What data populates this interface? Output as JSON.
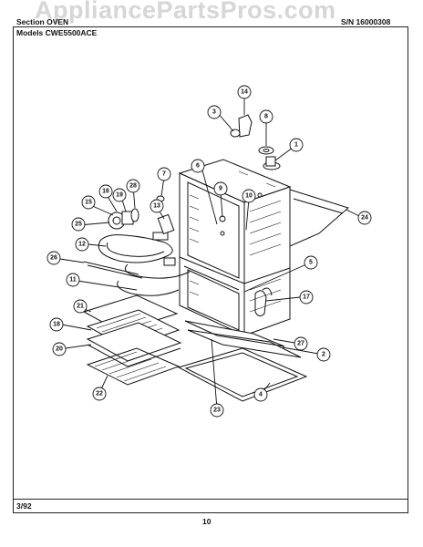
{
  "watermark": "AppliancePartsPros.com",
  "header": {
    "section_label": "Section",
    "section_value": "OVEN",
    "doc_number": "S/N 16000308",
    "models_label": "Models",
    "models_value": "CWE5500ACE"
  },
  "footer": {
    "date": "3/92",
    "page_number": "10"
  },
  "callouts": [
    "1",
    "2",
    "3",
    "4",
    "5",
    "6",
    "7",
    "8",
    "9",
    "10",
    "11",
    "12",
    "13",
    "14",
    "15",
    "16",
    "17",
    "18",
    "19",
    "20",
    "21",
    "22",
    "23",
    "24",
    "25",
    "26",
    "27",
    "28"
  ]
}
